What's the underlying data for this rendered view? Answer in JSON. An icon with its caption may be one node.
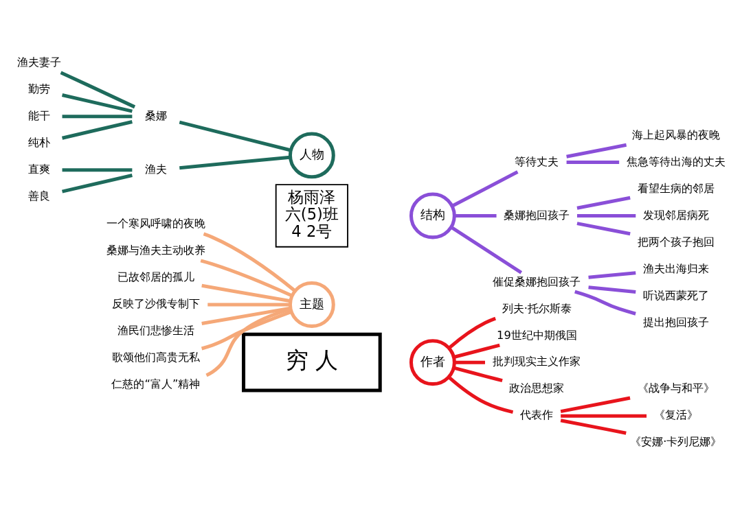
{
  "diagram": {
    "nodes": [
      {
        "text": [
          "主题"
        ]
      },
      {
        "text": [
          "一个寒风呼啸的夜晚"
        ]
      },
      {
        "text": [
          "桑娜与渔夫主动收养"
        ]
      },
      {
        "text": [
          "已故邻居的孤儿"
        ]
      },
      {
        "text": [
          "反映了沙俄专制下"
        ]
      },
      {
        "text": [
          "渔民们悲惨生活"
        ]
      },
      {
        "text": [
          "歌颂他们高贵无私"
        ]
      },
      {
        "text": [
          "仁慈的“富人”精神"
        ]
      },
      {
        "text": [
          "作者"
        ]
      },
      {
        "text": [
          "列夫·托尔斯泰"
        ]
      },
      {
        "text": [
          "19世纪中期俄国"
        ]
      },
      {
        "text": [
          "批判现实主义作家"
        ]
      },
      {
        "text": [
          "政治思想家"
        ]
      },
      {
        "text": [
          "代表作"
        ]
      },
      {
        "text": [
          "《战争与和平》"
        ]
      },
      {
        "text": [
          "《复活》"
        ]
      },
      {
        "text": [
          "《安娜·卡列尼娜》"
        ]
      },
      {
        "text": [
          "穷 人"
        ]
      },
      {
        "text": [
          "人物"
        ]
      },
      {
        "text": [
          "桑娜"
        ]
      },
      {
        "text": [
          "渔夫妻子"
        ]
      },
      {
        "text": [
          "勤劳"
        ]
      },
      {
        "text": [
          "能干"
        ]
      },
      {
        "text": [
          "纯朴"
        ]
      },
      {
        "text": [
          "渔夫"
        ]
      },
      {
        "text": [
          "直爽"
        ]
      },
      {
        "text": [
          "善良"
        ]
      },
      {
        "text": [
          "结构"
        ]
      },
      {
        "text": [
          "等待丈夫"
        ]
      },
      {
        "text": [
          "海上起风暴的夜晚"
        ]
      },
      {
        "text": [
          "焦急等待出海的丈夫"
        ]
      },
      {
        "text": [
          "桑娜抱回孩子"
        ]
      },
      {
        "text": [
          "看望生病的邻居"
        ]
      },
      {
        "text": [
          "发现邻居病死"
        ]
      },
      {
        "text": [
          "把两个孩子抱回"
        ]
      },
      {
        "text": [
          "催促桑娜抱回孩子"
        ]
      },
      {
        "text": [
          "渔夫出海归来"
        ]
      },
      {
        "text": [
          "听说西蒙死了"
        ]
      },
      {
        "text": [
          "提出抱回孩子"
        ]
      },
      {
        "text": [
          "杨雨泽",
          "六(5)班",
          "4 2号"
        ]
      }
    ],
    "edges": [
      {
        "from": 1,
        "to": 0,
        "arrow": "none",
        "color": "#f5a878"
      },
      {
        "from": 2,
        "to": 0,
        "arrow": "none",
        "color": "#f5a878"
      },
      {
        "from": 3,
        "to": 0,
        "arrow": "none",
        "color": "#f5a878"
      },
      {
        "from": 4,
        "to": 0,
        "arrow": "none",
        "color": "#f5a878"
      },
      {
        "from": 5,
        "to": 0,
        "arrow": "none",
        "color": "#f5a878"
      },
      {
        "from": 6,
        "to": 0,
        "arrow": "none",
        "color": "#f5a878"
      },
      {
        "from": 7,
        "to": 0,
        "arrow": "none",
        "color": "#f5a878"
      },
      {
        "from": 8,
        "to": 9,
        "arrow": "none",
        "color": "#e8141c"
      },
      {
        "from": 8,
        "to": 10,
        "arrow": "none",
        "color": "#e8141c"
      },
      {
        "from": 8,
        "to": 11,
        "arrow": "none",
        "color": "#e8141c"
      },
      {
        "from": 8,
        "to": 12,
        "arrow": "none",
        "color": "#e8141c"
      },
      {
        "from": 8,
        "to": 13,
        "arrow": "none",
        "color": "#e8141c"
      },
      {
        "from": 13,
        "to": 14,
        "arrow": "none",
        "color": "#e8141c"
      },
      {
        "from": 13,
        "to": 15,
        "arrow": "none",
        "color": "#e8141c"
      },
      {
        "from": 13,
        "to": 16,
        "arrow": "none",
        "color": "#e8141c"
      },
      {
        "from": 19,
        "to": 18,
        "arrow": "none",
        "color": "#1e6b5c"
      },
      {
        "from": 20,
        "to": 19,
        "arrow": "none",
        "color": "#1e6b5c"
      },
      {
        "from": 21,
        "to": 19,
        "arrow": "none",
        "color": "#1e6b5c"
      },
      {
        "from": 22,
        "to": 19,
        "arrow": "none",
        "color": "#1e6b5c"
      },
      {
        "from": 23,
        "to": 19,
        "arrow": "none",
        "color": "#1e6b5c"
      },
      {
        "from": 24,
        "to": 18,
        "arrow": "none",
        "color": "#1e6b5c"
      },
      {
        "from": 25,
        "to": 24,
        "arrow": "none",
        "color": "#1e6b5c"
      },
      {
        "from": 26,
        "to": 24,
        "arrow": "none",
        "color": "#1e6b5c"
      },
      {
        "from": 27,
        "to": 28,
        "arrow": "none",
        "color": "#8a4fd8"
      },
      {
        "from": 28,
        "to": 29,
        "arrow": "none",
        "color": "#8a4fd8"
      },
      {
        "from": 28,
        "to": 30,
        "arrow": "none",
        "color": "#8a4fd8"
      },
      {
        "from": 27,
        "to": 31,
        "arrow": "none",
        "color": "#8a4fd8"
      },
      {
        "from": 31,
        "to": 32,
        "arrow": "none",
        "color": "#8a4fd8"
      },
      {
        "from": 31,
        "to": 33,
        "arrow": "none",
        "color": "#8a4fd8"
      },
      {
        "from": 31,
        "to": 34,
        "arrow": "none",
        "color": "#8a4fd8"
      },
      {
        "from": 27,
        "to": 35,
        "arrow": "none",
        "color": "#8a4fd8"
      },
      {
        "from": 35,
        "to": 36,
        "arrow": "none",
        "color": "#8a4fd8"
      },
      {
        "from": 35,
        "to": 37,
        "arrow": "none",
        "color": "#8a4fd8"
      },
      {
        "from": 35,
        "to": 38,
        "arrow": "none",
        "color": "#8a4fd8"
      }
    ]
  }
}
